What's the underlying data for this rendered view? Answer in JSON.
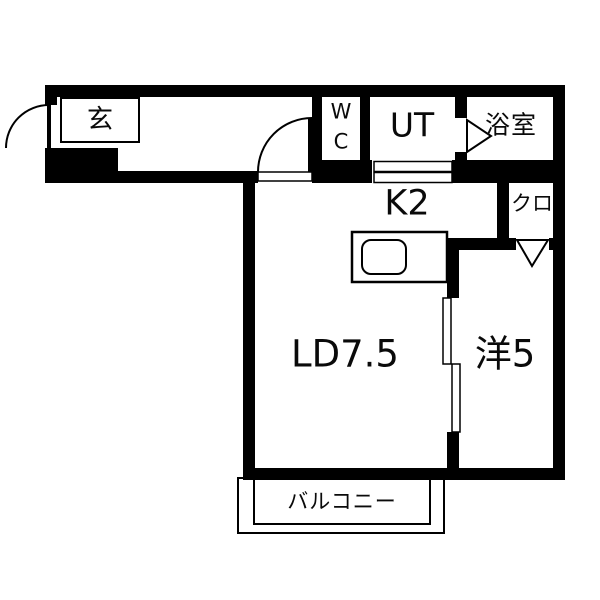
{
  "floorplan": {
    "rooms": {
      "entrance": {
        "label": "玄"
      },
      "wc": {
        "line1": "W",
        "line2": "C"
      },
      "utility": {
        "label": "UT"
      },
      "bathroom": {
        "label": "浴室"
      },
      "kitchen": {
        "label": "K2"
      },
      "closet": {
        "label": "クロ"
      },
      "living_dining": {
        "label": "LD7.5"
      },
      "western_room": {
        "label": "洋5"
      },
      "balcony": {
        "label": "バルコニー"
      }
    },
    "colors": {
      "wall": "#000000",
      "background": "#ffffff",
      "line": "#000000"
    }
  }
}
